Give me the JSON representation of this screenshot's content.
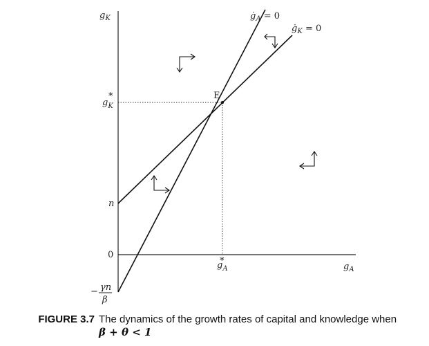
{
  "figure": {
    "axis_labels": {
      "y_main": "g",
      "y_sub": "K",
      "x_main": "g",
      "x_sub": "A"
    },
    "tick_labels": {
      "gk_star_main": "g",
      "gk_star_sub": "K",
      "star": "*",
      "n": "n",
      "zero": "0",
      "neg_sign": "−",
      "frac_num": "γn",
      "frac_den": "β",
      "ga_star_main": "g",
      "ga_star_sub": "A"
    },
    "point_E": "E",
    "curve_labels": {
      "ga_dot_main": "ġ",
      "ga_dot_sub": "A",
      "ga_dot_eq": " = 0",
      "gk_dot_main": "ġ",
      "gk_dot_sub": "K",
      "gk_dot_eq": " = 0"
    }
  },
  "caption": {
    "label": "FIGURE 3.7",
    "text": "The dynamics of the growth rates of capital and knowledge when",
    "condition": "β + θ < 1"
  }
}
